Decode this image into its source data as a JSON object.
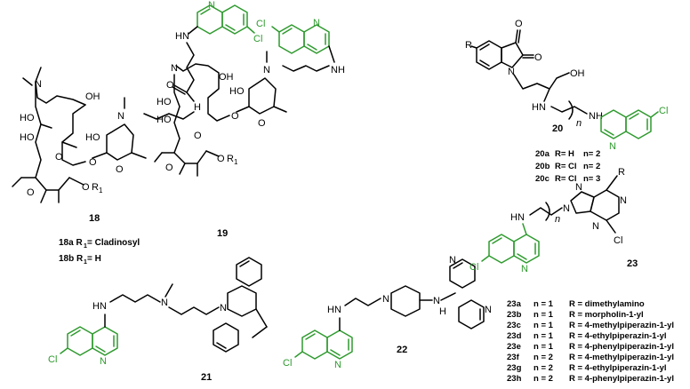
{
  "atoms": {
    "cl": "Cl",
    "n": "N",
    "o": "O",
    "h_n": "H",
    "hn": "HN",
    "nh": "NH",
    "ho": "HO",
    "oh": "OH",
    "r": "R",
    "n_sub": "n"
  },
  "labels": {
    "c18": "18",
    "c18a": "18a R",
    "c18a_sub": "1",
    "c18a_rest": " = Cladinosyl",
    "c18b": "18b R",
    "c18b_sub": "1",
    "c18b_rest": " = H",
    "or1": "O",
    "r1": "R",
    "r1_sub": "1",
    "c19": "19",
    "c20": "20",
    "c21": "21",
    "c22": "22",
    "c23": "23"
  },
  "table20": [
    {
      "id": "20a",
      "r": "R= H",
      "n": "n= 2"
    },
    {
      "id": "20b",
      "r": "R= Cl",
      "n": "n= 2"
    },
    {
      "id": "20c",
      "r": "R= Cl",
      "n": "n= 3"
    }
  ],
  "table23": [
    {
      "id": "23a",
      "n": "n = 1",
      "r": "R = dimethylamino"
    },
    {
      "id": "23b",
      "n": "n = 1",
      "r": "R = morpholin-1-yl"
    },
    {
      "id": "23c",
      "n": "n = 1",
      "r": "R = 4-methylpiperazin-1-yl"
    },
    {
      "id": "23d",
      "n": "n = 1",
      "r": "R = 4-ethylpiperazin-1-yl"
    },
    {
      "id": "23e",
      "n": "n = 1",
      "r": "R = 4-phenylpiperazin-1-yl"
    },
    {
      "id": "23f",
      "n": "n = 2",
      "r": "R = 4-methylpiperazin-1-yl"
    },
    {
      "id": "23g",
      "n": "n = 2",
      "r": "R = 4-ethylpiperazin-1-yl"
    },
    {
      "id": "23h",
      "n": "n = 2",
      "r": "R = 4-phenylpiperazin-1-yl"
    }
  ],
  "colors": {
    "quinoline": "#2e9a2e",
    "bond": "#000000"
  }
}
